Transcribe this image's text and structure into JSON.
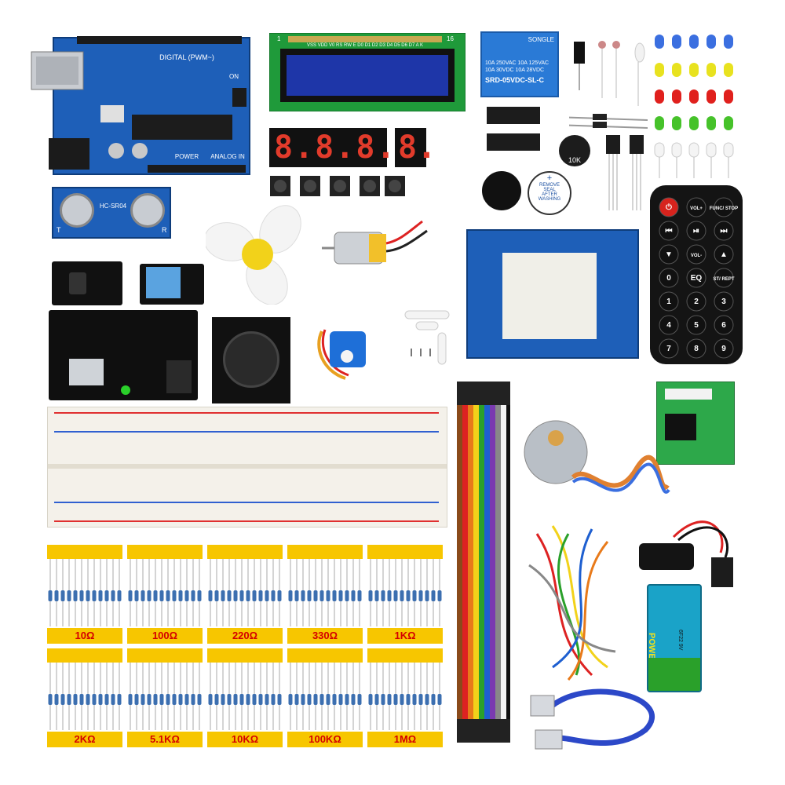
{
  "arduino": {
    "label_digital": "DIGITAL (PWM~)",
    "label_power": "POWER",
    "label_analog": "ANALOG IN",
    "label_on": "ON"
  },
  "lcd": {
    "pin_label": "VSS VDD V0 RS RW E D0 D1 D2 D3 D4 D5 D6 D7 A K",
    "pin_one": "1",
    "pin_sixteen": "16"
  },
  "relay": {
    "brand": "SONGLE",
    "spec_1": "10A 250VAC 10A 125VAC",
    "spec_2": "10A 30VDC 10A 28VDC",
    "model": "SRD-05VDC-SL-C"
  },
  "seven_segment": {
    "four_digit": "8.8.8.8.",
    "one_digit": "8."
  },
  "ultrasonic": {
    "model": "HC-SR04",
    "left": "T",
    "right": "R"
  },
  "potentiometer": {
    "value": "10K"
  },
  "buzzer_sticker": {
    "plus": "+",
    "line_1": "REMOVE",
    "line_2": "SEAL",
    "line_3": "AFTER",
    "line_4": "WASHING"
  },
  "remote": {
    "keys": [
      {
        "id": "power",
        "label": "⏻",
        "color": "#d7231d"
      },
      {
        "id": "vol-up",
        "label": "VOL+",
        "color": "#111111"
      },
      {
        "id": "func-stop",
        "label": "FUNC/ STOP",
        "color": "#111111"
      },
      {
        "id": "prev",
        "label": "⏮",
        "color": "#111111"
      },
      {
        "id": "play-pause",
        "label": "⏯",
        "color": "#111111"
      },
      {
        "id": "next",
        "label": "⏭",
        "color": "#111111"
      },
      {
        "id": "down",
        "label": "▼",
        "color": "#111111"
      },
      {
        "id": "vol-down",
        "label": "VOL-",
        "color": "#111111"
      },
      {
        "id": "up",
        "label": "▲",
        "color": "#111111"
      },
      {
        "id": "zero",
        "label": "0",
        "color": "#111111"
      },
      {
        "id": "eq",
        "label": "EQ",
        "color": "#111111"
      },
      {
        "id": "st-rept",
        "label": "ST/ REPT",
        "color": "#111111"
      },
      {
        "id": "one",
        "label": "1",
        "color": "#111111"
      },
      {
        "id": "two",
        "label": "2",
        "color": "#111111"
      },
      {
        "id": "three",
        "label": "3",
        "color": "#111111"
      },
      {
        "id": "four",
        "label": "4",
        "color": "#111111"
      },
      {
        "id": "five",
        "label": "5",
        "color": "#111111"
      },
      {
        "id": "six",
        "label": "6",
        "color": "#111111"
      },
      {
        "id": "seven",
        "label": "7",
        "color": "#111111"
      },
      {
        "id": "eight",
        "label": "8",
        "color": "#111111"
      },
      {
        "id": "nine",
        "label": "9",
        "color": "#111111"
      }
    ]
  },
  "battery": {
    "brand": "POWERFULCELL",
    "sub": "6F22 9V"
  },
  "resistors": {
    "top_row": [
      "10Ω",
      "100Ω",
      "220Ω",
      "330Ω",
      "1KΩ"
    ],
    "bottom_row": [
      "2KΩ",
      "5.1KΩ",
      "10KΩ",
      "100KΩ",
      "1MΩ"
    ]
  },
  "colors": {
    "arduino_blue": "#1e5fb8",
    "breadboard": "#f4f1ea",
    "resistor_tape": "#f7c600",
    "label_red": "#d40000"
  }
}
